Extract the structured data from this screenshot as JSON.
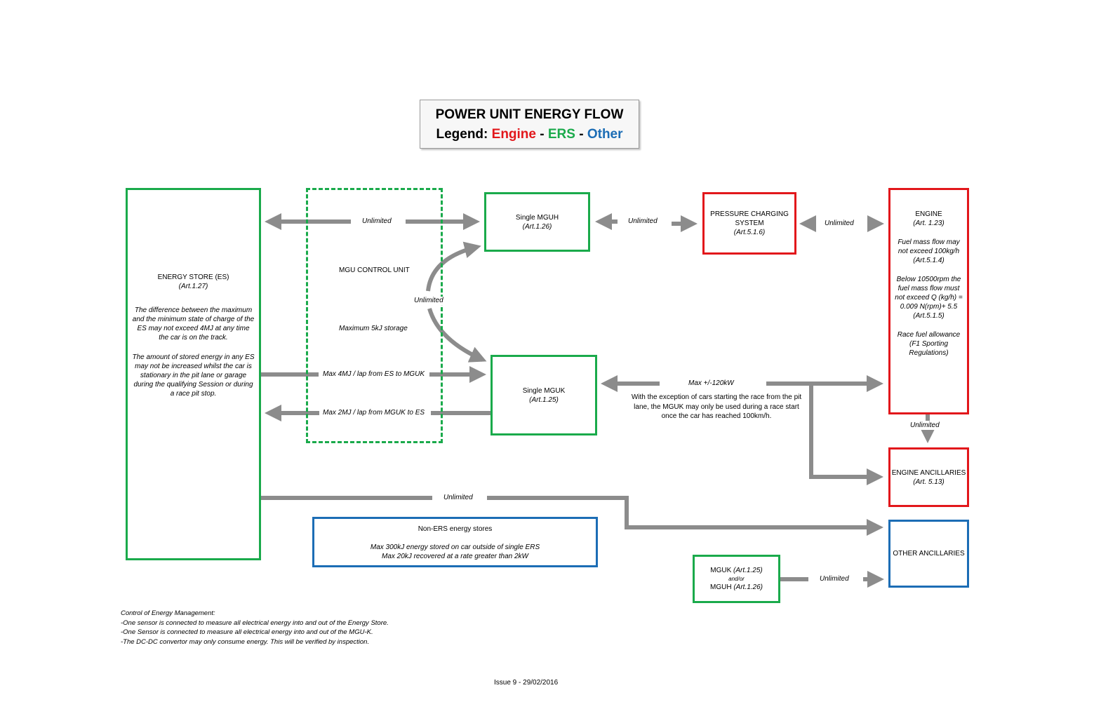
{
  "legend": {
    "title": "POWER UNIT ENERGY FLOW",
    "prefix": "Legend:",
    "engine": "Engine",
    "ers": "ERS",
    "other": "Other",
    "sep": "-",
    "colors": {
      "engine": "#e2171b",
      "ers": "#1aaa4b",
      "other": "#1c6db5",
      "arrow": "#8c8c8c"
    }
  },
  "es": {
    "title": "ENERGY STORE (ES)",
    "ref": "(Art.1.27)",
    "text1": "The difference between the maximum and the minimum state of charge of the ES may not exceed 4MJ at any time the car is on the track.",
    "text2": "The amount of stored energy in any ES may not be increased whilst the car is stationary in the pit lane or garage during the qualifying Session or during a race pit stop."
  },
  "mgu_control": {
    "title": "MGU CONTROL UNIT",
    "storage": "Maximum 5kJ storage"
  },
  "mguh": {
    "title": "Single MGUH",
    "ref": "(Art.1.26)"
  },
  "mguk": {
    "title": "Single MGUK",
    "ref": "(Art.1.25)"
  },
  "pcs": {
    "line1": "PRESSURE CHARGING",
    "line2": "SYSTEM",
    "ref": "(Art.5.1.6)"
  },
  "engine": {
    "title": "ENGINE",
    "ref": "(Art. 1.23)",
    "text1": "Fuel mass flow may not exceed 100kg/h (Art.5.1.4)",
    "text2": "Below 10500rpm the fuel mass flow must not exceed Q (kg/h) = 0.009 N(rpm)+ 5.5 (Art.5.1.5)",
    "text3": "Race fuel allowance (F1 Sporting Regulations)"
  },
  "ancillaries": {
    "title": "ENGINE ANCILLARIES",
    "ref": "(Art. 5.13)"
  },
  "other_anc": {
    "title": "OTHER ANCILLARIES"
  },
  "non_ers": {
    "title": "Non-ERS energy stores",
    "line1": "Max 300kJ energy stored on car outside of single ERS",
    "line2": "Max 20kJ recovered at a rate greater than 2kW"
  },
  "mguk_mguh": {
    "mguk": "MGUK",
    "mguk_ref": "(Art.1.25)",
    "andor": "and/or",
    "mguh": "MGUH",
    "mguh_ref": "(Art.1.26)"
  },
  "labels": {
    "es_mguh": "Unlimited",
    "mguh_pcs": "Unlimited",
    "pcs_engine": "Unlimited",
    "mguh_mguk": "Unlimited",
    "es_to_mguk": "Max 4MJ / lap from ES to MGUK",
    "mguk_to_es": "Max 2MJ / lap from MGUK to ES",
    "mguk_engine": "Max +/-120kW",
    "mguk_note": "With the exception of cars starting the race from the pit lane, the MGUK may only be used during a race start once the car has reached 100km/h.",
    "engine_anc": "Unlimited",
    "es_other": "Unlimited",
    "mgu_other": "Unlimited"
  },
  "notes": {
    "title": "Control of Energy Management:",
    "line1": "-One sensor is connected to measure all electrical energy into and out of the Energy Store.",
    "line2": "-One Sensor is connected to measure all electrical energy into and out of the MGU-K.",
    "line3": "-The DC-DC convertor may only consume energy.  This will be verified by inspection."
  },
  "footer": "Issue 9 - 29/02/2016"
}
